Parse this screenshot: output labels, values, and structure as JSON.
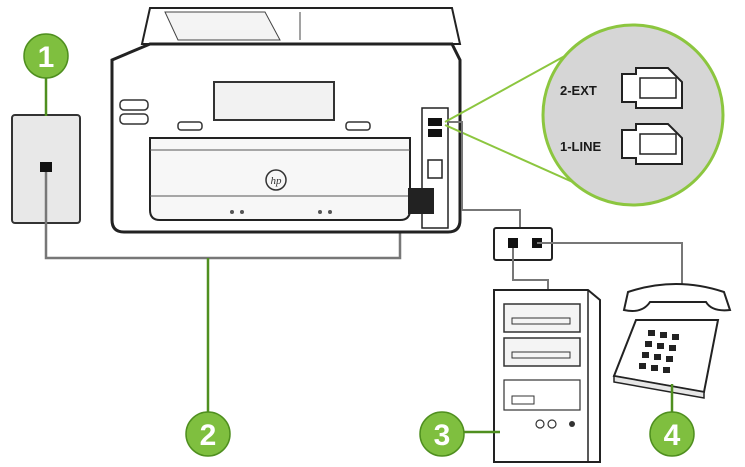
{
  "ports": {
    "ext_label": "2-EXT",
    "line_label": "1-LINE"
  },
  "callouts": {
    "c1": "1",
    "c2": "2",
    "c3": "3",
    "c4": "4"
  },
  "colors": {
    "callout_fill": "#7fbf3f",
    "callout_stroke": "#4f8f1f",
    "zoom_fill": "#d6d6d6",
    "zoom_stroke": "#8cc63f",
    "cable": "#777777"
  }
}
